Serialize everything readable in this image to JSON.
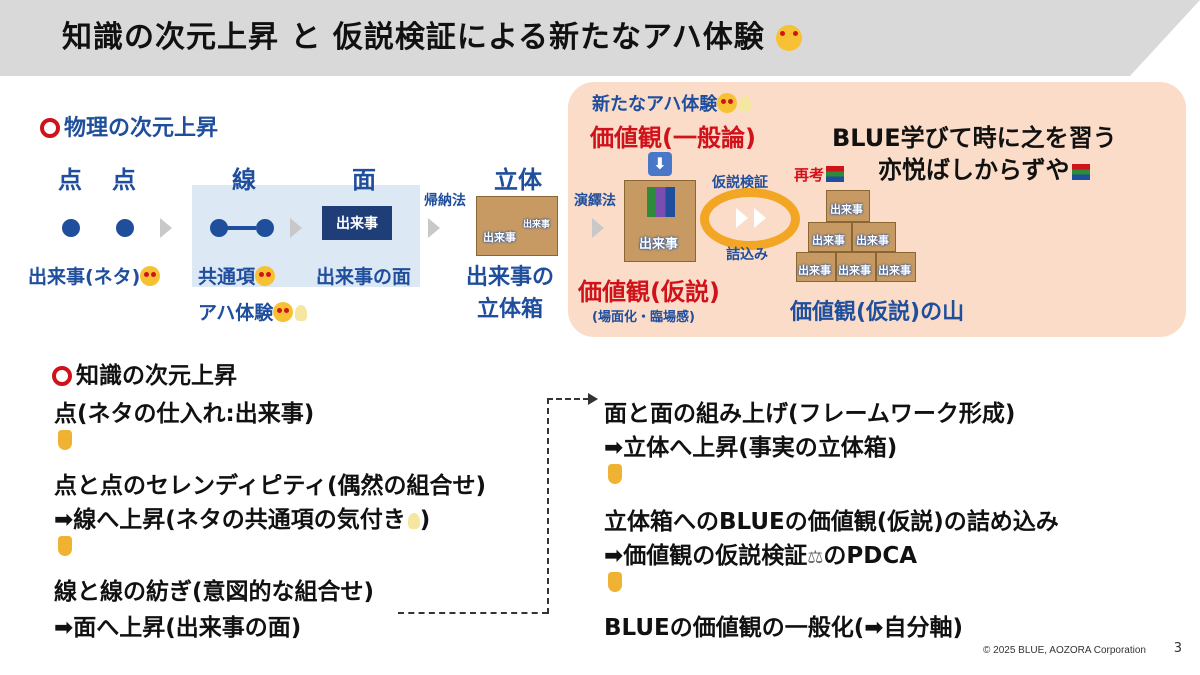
{
  "title": "知識の次元上昇 と 仮説検証による新たなアハ体験",
  "physics": {
    "heading": "物理の次元上昇",
    "stage_labels": {
      "point1": "点",
      "point2": "点",
      "line": "線",
      "surface": "面",
      "solid": "立体"
    },
    "event_box": "出来事",
    "label_event_neta": "出来事(ネタ)",
    "label_common_item": "共通項",
    "label_event_surface": "出来事の面",
    "label_aha": "アハ体験",
    "label_induction": "帰納法",
    "label_solid_box_line1": "出来事の",
    "label_solid_box_line2": "立体箱",
    "box_label": "出来事",
    "box_side_label": "出来事"
  },
  "peach": {
    "new_aha": "新たなアハ体験",
    "values_general": "価値観(一般論)",
    "deduction": "演繹法",
    "box_label": "出来事",
    "hypothesis_verification": "仮説検証",
    "packing": "詰込み",
    "rethink": "再考",
    "values_hypothesis": "価値観(仮説)",
    "scene_note": "(場面化・臨場感)",
    "mountain": "価値観(仮説)の山",
    "mountain_box_label": "出来事",
    "quote_line1": "BLUE学びて時に之を習う",
    "quote_line2": "亦悦ばしからずや"
  },
  "knowledge": {
    "heading": "知識の次元上昇",
    "left_lines": [
      "点(ネタの仕入れ:出来事)",
      "点と点のセレンディピティ(偶然の組合せ)",
      "➡線へ上昇(ネタの共通項の気付き",
      ")",
      "線と線の紡ぎ(意図的な組合せ)",
      "➡面へ上昇(出来事の面)"
    ],
    "right_lines": [
      "面と面の組み上げ(フレームワーク形成)",
      "➡立体へ上昇(事実の立体箱)",
      "立体箱へのBLUEの価値観(仮説)の詰め込み",
      "➡価値観の仮説検証",
      "のPDCA",
      "BLUEの価値観の一般化(➡自分軸)"
    ]
  },
  "icons": {
    "circle": "red-circle-icon",
    "star_face": "star-struck-emoji-icon",
    "flushed_face": "flushed-face-emoji-icon",
    "bulb": "light-bulb-icon",
    "books": "books-icon",
    "pointer": "pointing-down-icon",
    "down_arrow": "down-arrow-icon",
    "scales": "balance-scale-icon",
    "cycle": "cycle-arrows-icon"
  },
  "colors": {
    "blue": "#1f4e9c",
    "red": "#d0121b",
    "navy_box": "#1f3e78",
    "panel_blue": "#dce8f4",
    "panel_peach": "#fbdcc8",
    "title_bar": "#d9d9d9"
  },
  "footer": "© 2025 BLUE, AOZORA Corporation",
  "page_number": "3"
}
